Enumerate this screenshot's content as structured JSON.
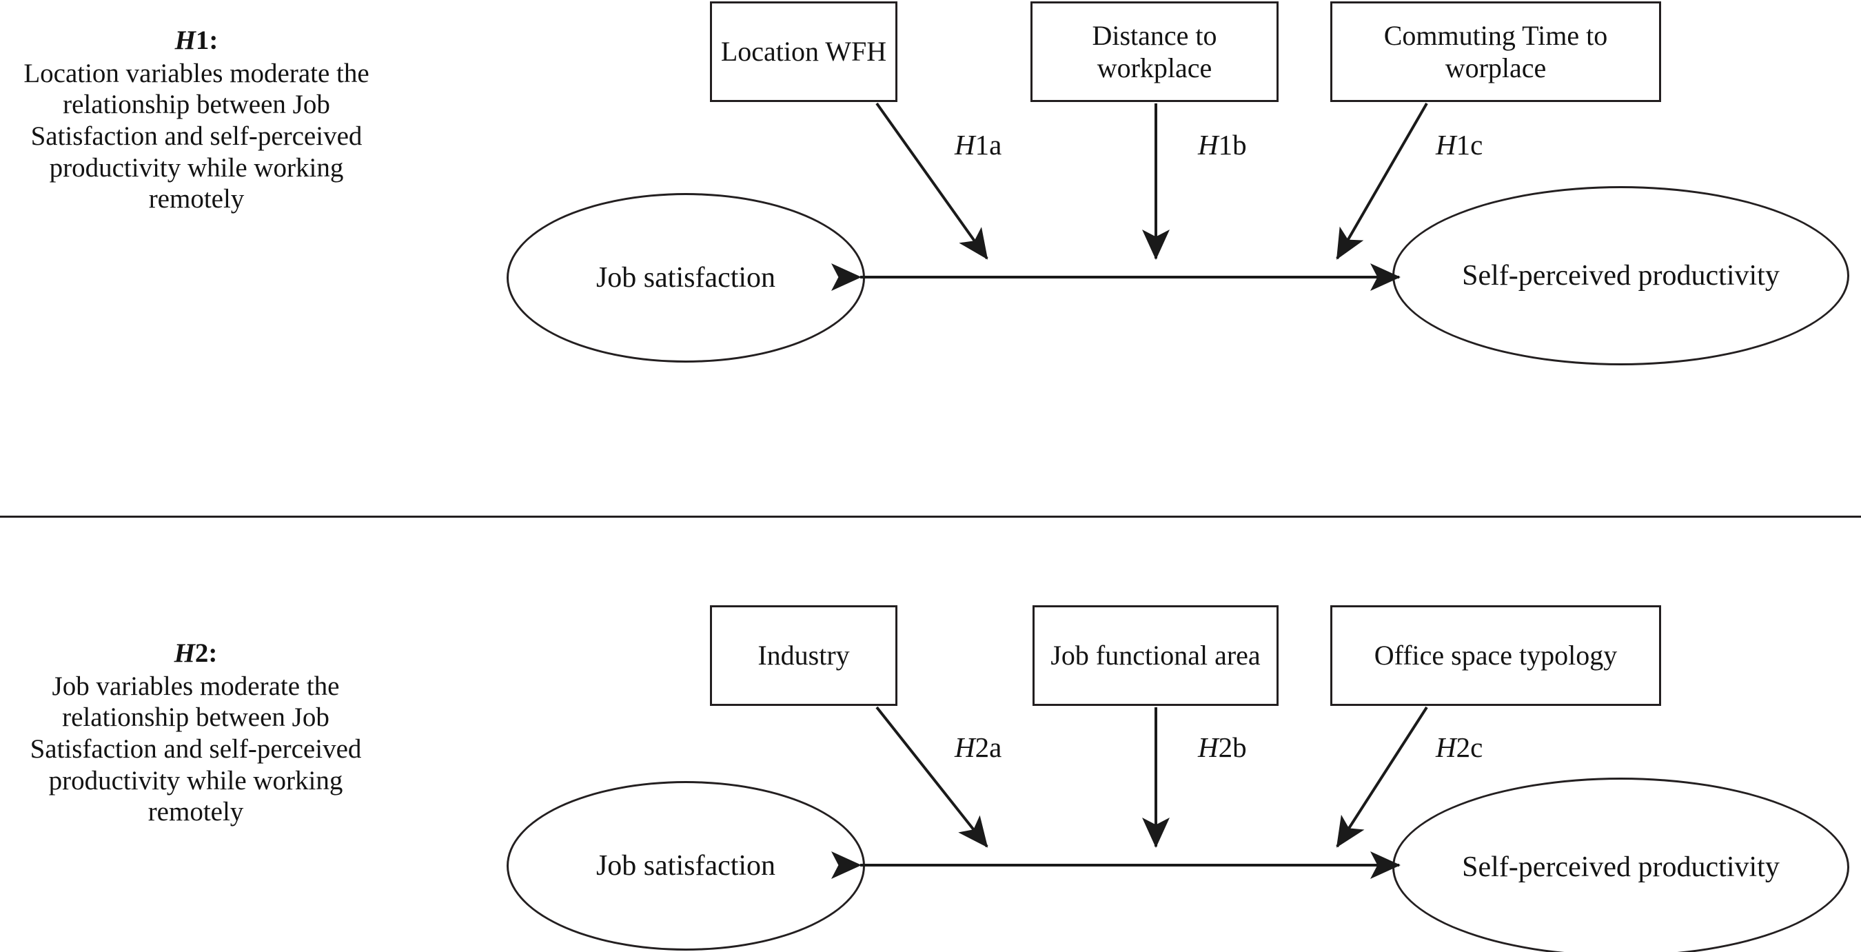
{
  "figure": {
    "type": "conceptual-moderation-diagram",
    "panel_count": 2,
    "colors": {
      "stroke": "#231f20",
      "text": "#131313",
      "background": "#ffffff"
    }
  },
  "panels": [
    {
      "id": "h1",
      "caption": {
        "label_prefix": "H",
        "label_number": "1",
        "label_suffix": ":",
        "label_full": "H1:",
        "text": "Location variables moderate the relationship between Job Satisfaction and self-perceived productivity while working remotely"
      },
      "moderators": [
        {
          "id": "location-wfh",
          "label": "Location WFH"
        },
        {
          "id": "distance-to-workplace",
          "label": "Distance to workplace"
        },
        {
          "id": "commuting-time-to-worplace",
          "label": "Commuting Time to worplace"
        }
      ],
      "paths": [
        {
          "id": "h1a",
          "label": "H1a",
          "label_italic_part": "H",
          "label_rest": "1a"
        },
        {
          "id": "h1b",
          "label": "H1b",
          "label_italic_part": "H",
          "label_rest": "1b"
        },
        {
          "id": "h1c",
          "label": "H1c",
          "label_italic_part": "H",
          "label_rest": "1c"
        }
      ],
      "constructs": [
        {
          "id": "job-satisfaction",
          "label": "Job satisfaction"
        },
        {
          "id": "self-perceived-productivity",
          "label": "Self-perceived productivity"
        }
      ],
      "relationship": {
        "type": "double-headed-arrow",
        "from": "Job satisfaction",
        "to": "Self-perceived productivity"
      }
    },
    {
      "id": "h2",
      "caption": {
        "label_prefix": "H",
        "label_number": "2",
        "label_suffix": ":",
        "label_full": "H2:",
        "text": "Job variables moderate the relationship between Job Satisfaction and self-perceived productivity while working remotely"
      },
      "moderators": [
        {
          "id": "industry",
          "label": "Industry"
        },
        {
          "id": "job-functional-area",
          "label": "Job functional area"
        },
        {
          "id": "office-space-typology",
          "label": "Office space typology"
        }
      ],
      "paths": [
        {
          "id": "h2a",
          "label": "H2a",
          "label_italic_part": "H",
          "label_rest": "2a"
        },
        {
          "id": "h2b",
          "label": "H2b",
          "label_italic_part": "H",
          "label_rest": "2b"
        },
        {
          "id": "h2c",
          "label": "H2c",
          "label_italic_part": "H",
          "label_rest": "2c"
        }
      ],
      "constructs": [
        {
          "id": "job-satisfaction",
          "label": "Job satisfaction"
        },
        {
          "id": "self-perceived-productivity",
          "label": "Self-perceived productivity"
        }
      ],
      "relationship": {
        "type": "double-headed-arrow",
        "from": "Job satisfaction",
        "to": "Self-perceived productivity"
      }
    }
  ]
}
